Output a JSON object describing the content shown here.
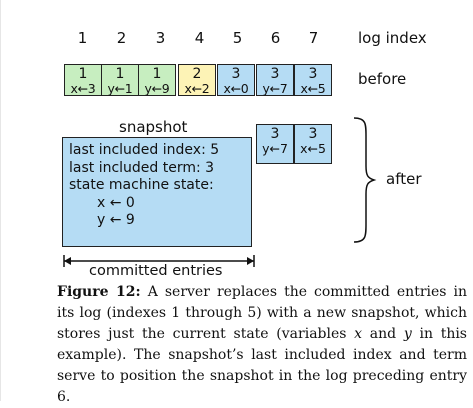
{
  "log_indices": [
    "1",
    "2",
    "3",
    "4",
    "5",
    "6",
    "7"
  ],
  "labels": {
    "log_index": "log index",
    "before": "before",
    "after": "after",
    "snapshot": "snapshot",
    "committed_entries": "committed entries"
  },
  "colors": {
    "term1": "#c7eec0",
    "term2": "#fdf3b6",
    "term3": "#b5dcf4"
  },
  "before_entries": [
    {
      "term": "1",
      "cmd": "x←3"
    },
    {
      "term": "1",
      "cmd": "y←1"
    },
    {
      "term": "1",
      "cmd": "y←9"
    },
    {
      "term": "2",
      "cmd": "x←2"
    },
    {
      "term": "3",
      "cmd": "x←0"
    },
    {
      "term": "3",
      "cmd": "y←7"
    },
    {
      "term": "3",
      "cmd": "x←5"
    }
  ],
  "after_entries": [
    {
      "term": "3",
      "cmd": "y←7"
    },
    {
      "term": "3",
      "cmd": "x←5"
    }
  ],
  "snapshot": {
    "last_index": "last included index: 5",
    "last_term": "last included term: 3",
    "state_label": "state machine state:",
    "var_x": "x ← 0",
    "var_y": "y ← 9"
  },
  "caption": {
    "figure_label": "Figure 12:",
    "text_1": " A server replaces the committed entries in its log (indexes 1 through 5) with a new snapshot, which stores just the current state (variables ",
    "var_x": "x",
    "text_2": " and ",
    "var_y": "y",
    "text_3": " in this example). The snapshot’s last included index and term serve to position the snapshot in the log preceding entry 6."
  }
}
